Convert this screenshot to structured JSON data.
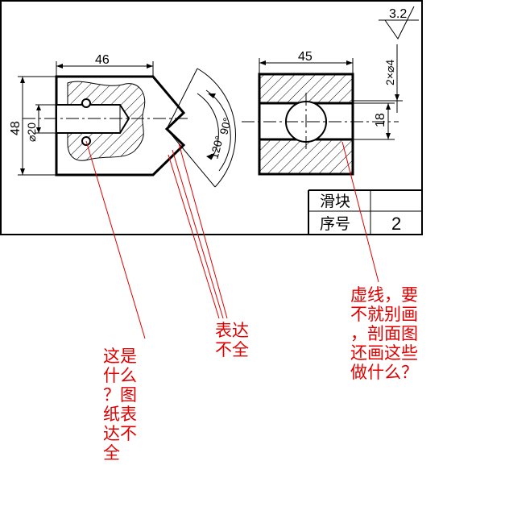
{
  "dimensions": {
    "width_left": "46",
    "height_left": "48",
    "bore_diameter": "⌀20",
    "angle_90": "90°",
    "angle_120": "120°",
    "width_right": "45",
    "slot_height": "18",
    "hole_spec": "2×⌀4",
    "roughness": "3.2"
  },
  "title_block": {
    "part_name": "滑块",
    "sequence_label": "序号",
    "sequence_value": "2"
  },
  "annotations": {
    "note_left": "这是\n什么\n？图\n纸表\n达不\n全",
    "note_middle": "表达\n不全",
    "note_right": "虚线，要\n不就别画\n，剖面图\n还画这些\n做什么？"
  },
  "colors": {
    "line": "#000000",
    "annotation": "#e00000"
  }
}
